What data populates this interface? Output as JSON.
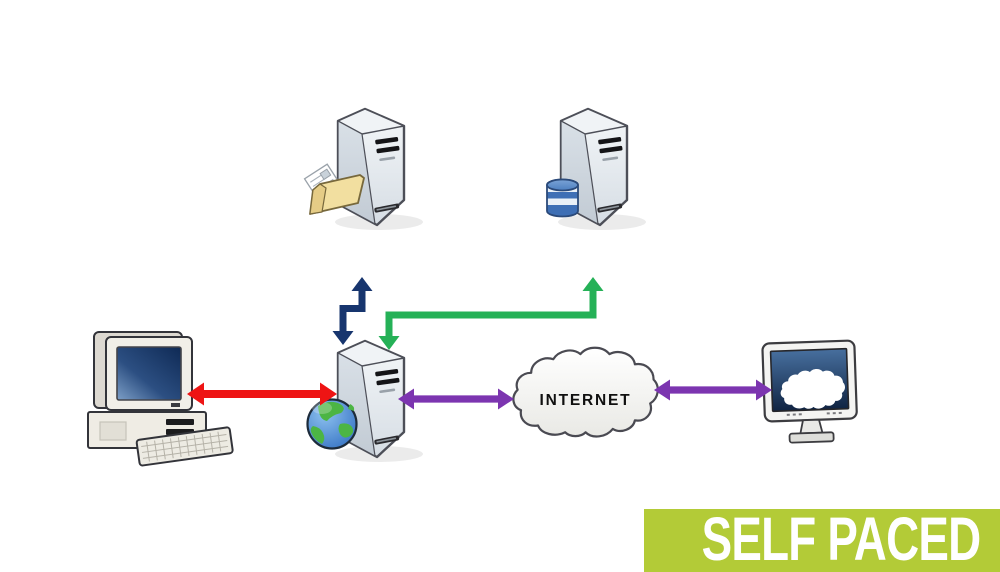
{
  "diagram": {
    "internet_label": "INTERNET",
    "banner": {
      "text": "SELF PACED",
      "bg": "#b3cb37",
      "fg": "#ffffff"
    },
    "colors": {
      "arrow_red": "#ee1414",
      "arrow_purple": "#7c35b0",
      "arrow_navy": "#17356e",
      "arrow_green": "#25b157",
      "cloud_outline": "#4a4a52",
      "globe_ocean": "#2f6cc0",
      "globe_land": "#4cb544",
      "database_blue": "#3e6fb5",
      "folder_tan": "#f2dfa0"
    },
    "nodes": [
      {
        "id": "file-server",
        "icon": "folder-server-icon"
      },
      {
        "id": "database-server",
        "icon": "database-server-icon"
      },
      {
        "id": "web-server",
        "icon": "globe-server-icon"
      },
      {
        "id": "client-computer",
        "icon": "desktop-computer-icon"
      },
      {
        "id": "internet-cloud",
        "icon": "cloud-icon",
        "label": "INTERNET"
      },
      {
        "id": "remote-client-monitor",
        "icon": "monitor-cloud-icon"
      }
    ],
    "connections": [
      {
        "from": "client-computer",
        "to": "web-server",
        "color": "#ee1414",
        "style": "double-arrow",
        "shape": "straight"
      },
      {
        "from": "web-server",
        "to": "file-server",
        "color": "#17356e",
        "style": "double-arrow",
        "shape": "elbow"
      },
      {
        "from": "web-server",
        "to": "database-server",
        "color": "#25b157",
        "style": "double-arrow",
        "shape": "elbow"
      },
      {
        "from": "web-server",
        "to": "internet-cloud",
        "color": "#7c35b0",
        "style": "double-arrow",
        "shape": "straight"
      },
      {
        "from": "internet-cloud",
        "to": "remote-client-monitor",
        "color": "#7c35b0",
        "style": "double-arrow",
        "shape": "straight"
      }
    ]
  }
}
